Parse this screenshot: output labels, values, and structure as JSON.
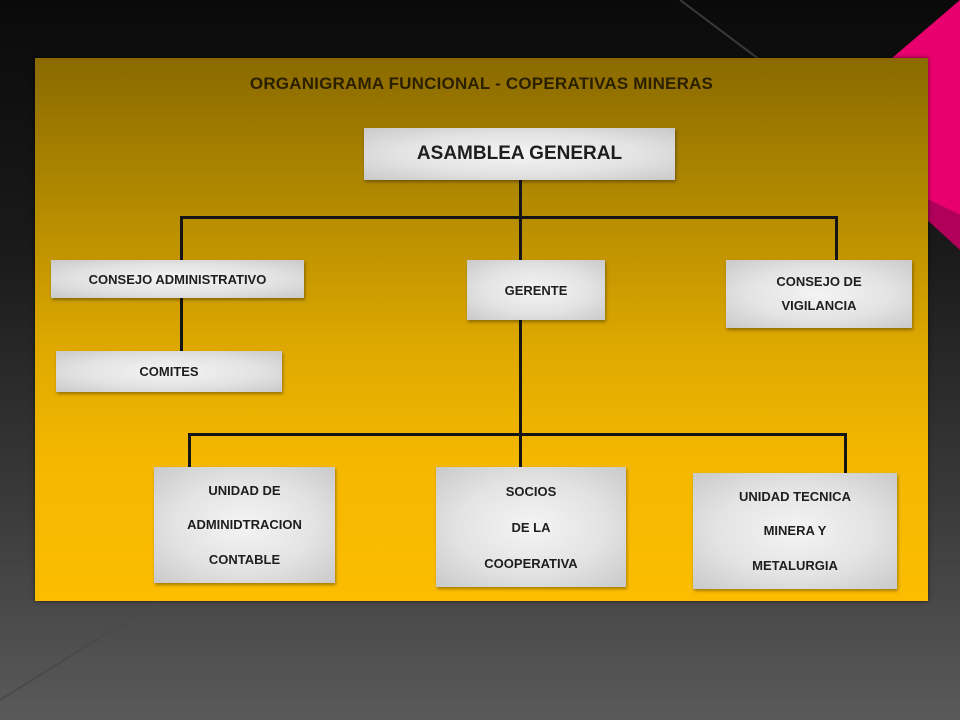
{
  "title": "ORGANIGRAMA FUNCIONAL - COPERATIVAS MINERAS",
  "nodes": {
    "asamblea": "ASAMBLEA GENERAL",
    "consejo_admin": "CONSEJO ADMINISTRATIVO",
    "gerente": "GERENTE",
    "consejo_vig": [
      "CONSEJO DE",
      "VIGILANCIA"
    ],
    "comites": "COMITES",
    "unidad_contable": [
      "UNIDAD DE",
      "ADMINIDTRACION",
      "CONTABLE"
    ],
    "socios": [
      "SOCIOS",
      "DE LA",
      "COOPERATIVA"
    ],
    "unidad_tecnica": [
      "UNIDAD TECNICA",
      "MINERA Y",
      "METALURGIA"
    ]
  },
  "colors": {
    "slide_top": "#8a6a00",
    "slide_bottom": "#fcbd00",
    "accent_pink": "#e8006e",
    "connector": "#151515"
  }
}
